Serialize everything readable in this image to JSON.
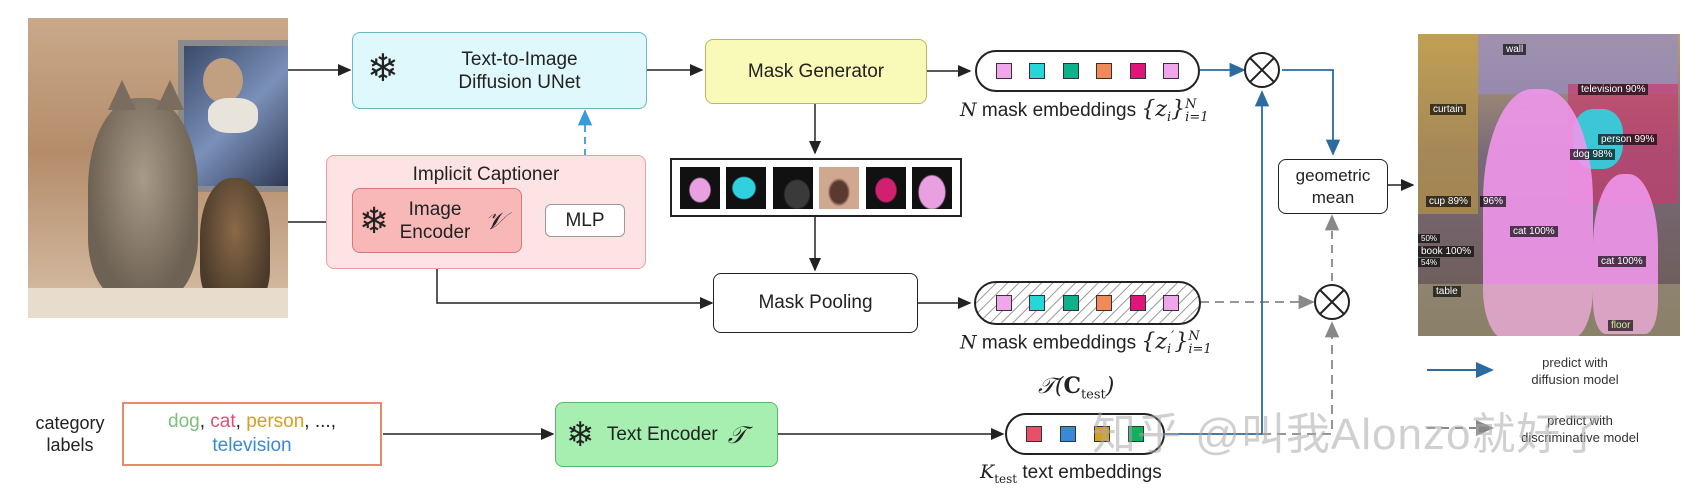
{
  "input_image": {
    "description_icon": "photo-cats-watching-tv-icon"
  },
  "unet": {
    "line1": "Text-to-Image",
    "line2": "Diffusion UNet"
  },
  "mask_generator": {
    "label": "Mask Generator"
  },
  "implicit_captioner": {
    "title": "Implicit Captioner",
    "encoder_line1": "Image",
    "encoder_line2": "Encoder",
    "encoder_symbol": "𝒱",
    "mlp": "MLP"
  },
  "mask_pooling": {
    "label": "Mask Pooling"
  },
  "mask_embeddings_top": {
    "prefix": "N",
    "text": "mask embeddings",
    "math": "{z",
    "sub": "i",
    "close": "}",
    "sup": "N",
    "lower": "i=1",
    "colors": [
      "#f0a6ea",
      "#27d6d6",
      "#10b08a",
      "#f08a5a",
      "#e0157a",
      "#f0a6ea"
    ]
  },
  "mask_embeddings_bottom": {
    "prefix": "N",
    "text": "mask embeddings",
    "math": "{z",
    "sub": "i",
    "prime": "′",
    "close": "}",
    "sup": "N",
    "lower": "i=1",
    "colors": [
      "#f0a6ea",
      "#27d6d6",
      "#10b08a",
      "#f08a5a",
      "#e0157a",
      "#f0a6ea"
    ]
  },
  "category_labels": {
    "line1": "category",
    "line2": "labels"
  },
  "categories": {
    "dog": "dog",
    "sep1": ", ",
    "cat": "cat",
    "sep2": ", ",
    "person": "person",
    "sep3": ", ...,",
    "television": "television",
    "colors": {
      "dog": "#7cc07c",
      "cat": "#e05070",
      "person": "#d4a020",
      "television": "#3a88d8"
    }
  },
  "text_encoder": {
    "label": "Text Encoder",
    "symbol": "𝒯"
  },
  "text_embeddings": {
    "title_symbol": "𝒯(",
    "title_bold": "C",
    "title_sub": "test",
    "title_close": ")",
    "k": "K",
    "k_sub": "test",
    "text": "text embeddings",
    "colors": [
      "#e8506a",
      "#3a88d8",
      "#d4a020",
      "#10b060"
    ]
  },
  "geometric_mean": {
    "line1": "geometric",
    "line2": "mean"
  },
  "legend": {
    "diffusion_line1": "predict with",
    "diffusion_line2": "diffusion model",
    "discriminative_line1": "predict with",
    "discriminative_line2": "discriminative model",
    "solid_color": "#2c6aa0",
    "dashed_color": "#888888"
  },
  "watermark": {
    "text": "知乎 @叫我Alonzo就好了"
  },
  "output_labels": {
    "wall": "wall",
    "curtain": "curtain",
    "television": "television 90%",
    "person": "person 99%",
    "dog": "dog 98%",
    "cup": "cup 89%",
    "cup2": "96%",
    "book": "book 100%",
    "pct50": "50%",
    "pct54": "54%",
    "cat1": "cat 100%",
    "cat2": "cat 100%",
    "table": "table",
    "floor": "floor"
  },
  "colors": {
    "unet_bg": "#dff8fb",
    "unet_border": "#6bb8c4",
    "maskgen_bg": "#fafab8",
    "maskgen_border": "#b8b860",
    "captioner_bg": "#fde3e3",
    "captioner_border": "#e8a0a0",
    "encoder_bg": "#f9b8b8",
    "encoder_border": "#d87878",
    "textenc_bg": "#a6efb0",
    "textenc_border": "#5ab46a",
    "arrow_blue": "#2c6aa0",
    "dashed_blue": "#3a9ad8"
  }
}
